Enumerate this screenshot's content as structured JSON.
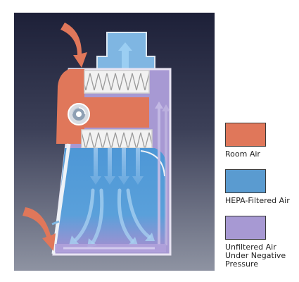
{
  "legend": [
    {
      "label": "Room Air",
      "color": "#e0775a"
    },
    {
      "label": "HEPA-Filtered Air",
      "color": "#5a9bd0"
    },
    {
      "label": "Unfiltered Air Under Negative Pressure",
      "lines": [
        "Unfiltered Air",
        "Under Negative",
        "Pressure"
      ],
      "color": "#a799d3"
    }
  ],
  "colors": {
    "background_top": "#1d2038",
    "background_bottom": "#8a8f9e",
    "room_air": "#e0775a",
    "hepa_air": "#5a9bd0",
    "negative_pressure_air": "#a799d3"
  },
  "icons": [
    "room-air-arrow-icon",
    "blower-fan-icon",
    "hepa-filter-icon",
    "airflow-arrow-icon"
  ]
}
